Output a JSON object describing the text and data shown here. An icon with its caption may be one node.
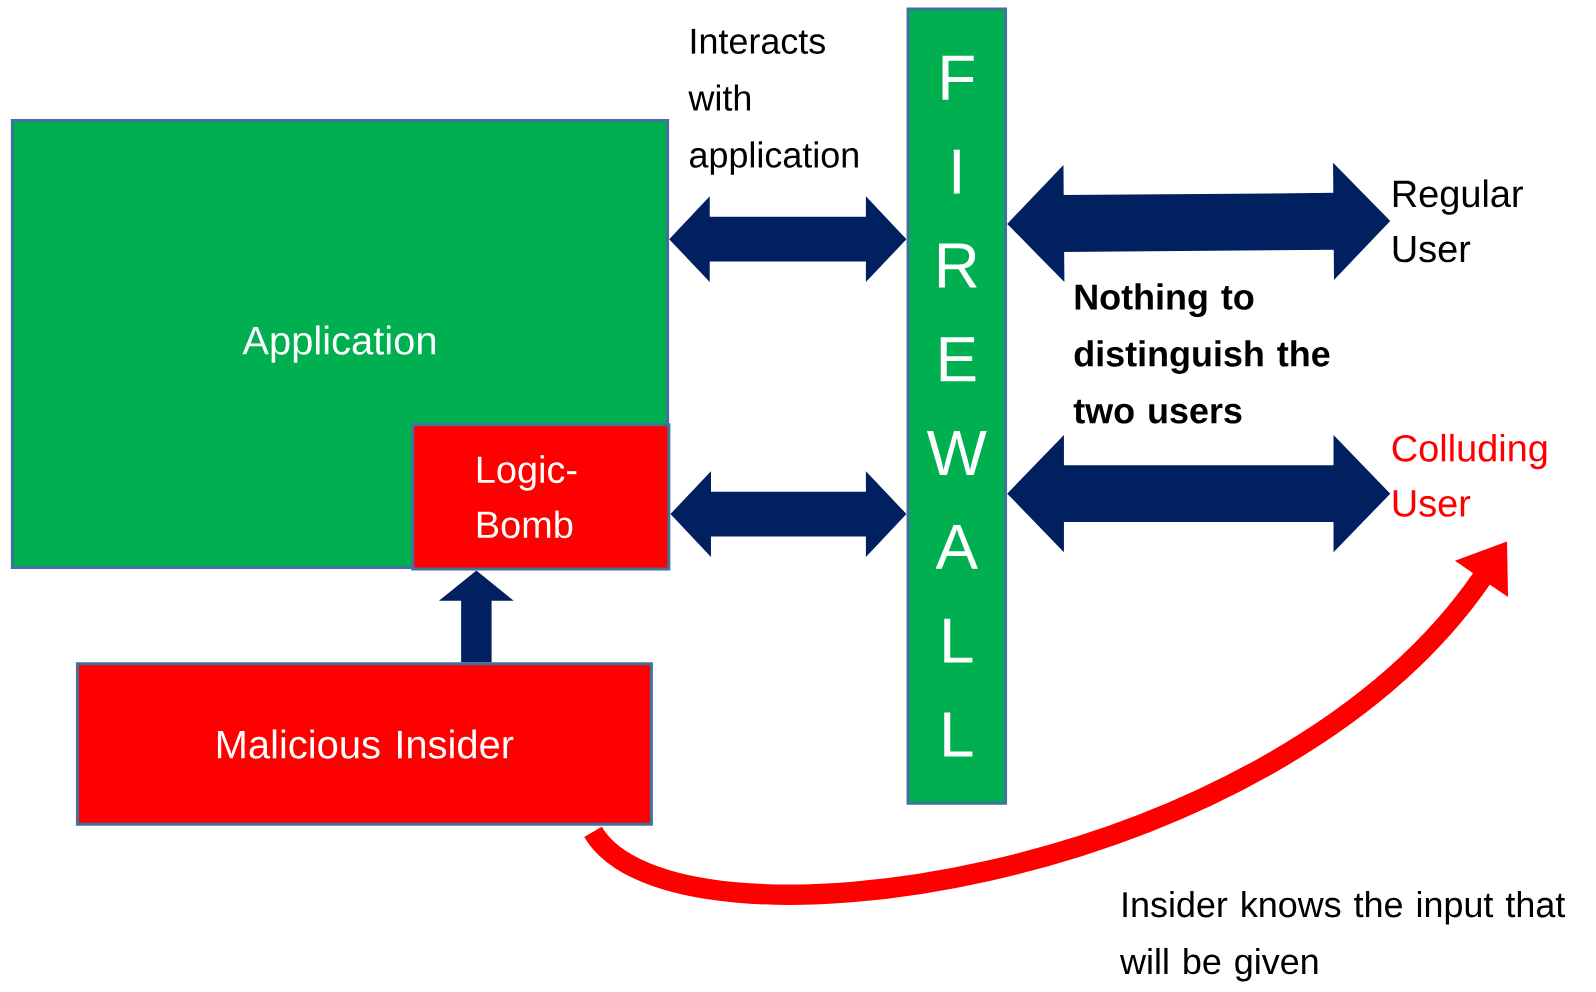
{
  "diagram": {
    "nodes": [
      {
        "text": [
          "Application"
        ]
      },
      {
        "text": [
          "Logic-Bomb"
        ],
        "in": 0
      },
      {
        "text": [
          "Malicious Insider"
        ]
      },
      {
        "text": [
          "F I R E W A L L"
        ]
      },
      {
        "text": [
          "Regular User"
        ]
      },
      {
        "text": [
          "Colluding User"
        ]
      }
    ],
    "edges": [
      {
        "from": 0,
        "to": 3,
        "arrow": "both",
        "label": "Interacts with application"
      },
      {
        "from": 3,
        "to": 4,
        "arrow": "both"
      },
      {
        "from": 1,
        "to": 3,
        "arrow": "both"
      },
      {
        "from": 3,
        "to": 5,
        "arrow": "both"
      },
      {
        "from": 2,
        "to": 1,
        "arrow": "to"
      },
      {
        "from": 2,
        "to": 5,
        "arrow": "to",
        "color": "#ff0000"
      }
    ],
    "labels": [
      "**Nothing to distinguish the two users**",
      "Insider knows the input that will be given"
    ]
  }
}
